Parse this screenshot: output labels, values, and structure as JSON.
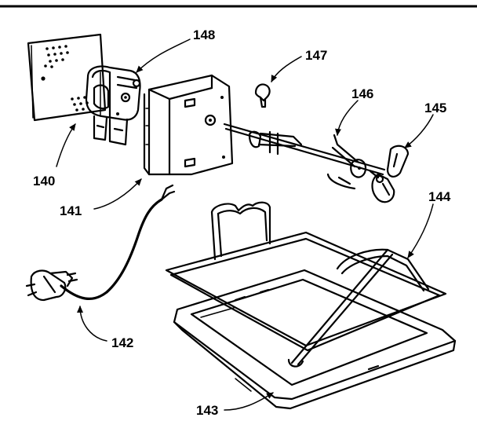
{
  "callouts": {
    "p140": "140",
    "p141": "141",
    "p142": "142",
    "p143": "143",
    "p144": "144",
    "p145": "145",
    "p146": "146",
    "p147": "147",
    "p148": "148"
  }
}
